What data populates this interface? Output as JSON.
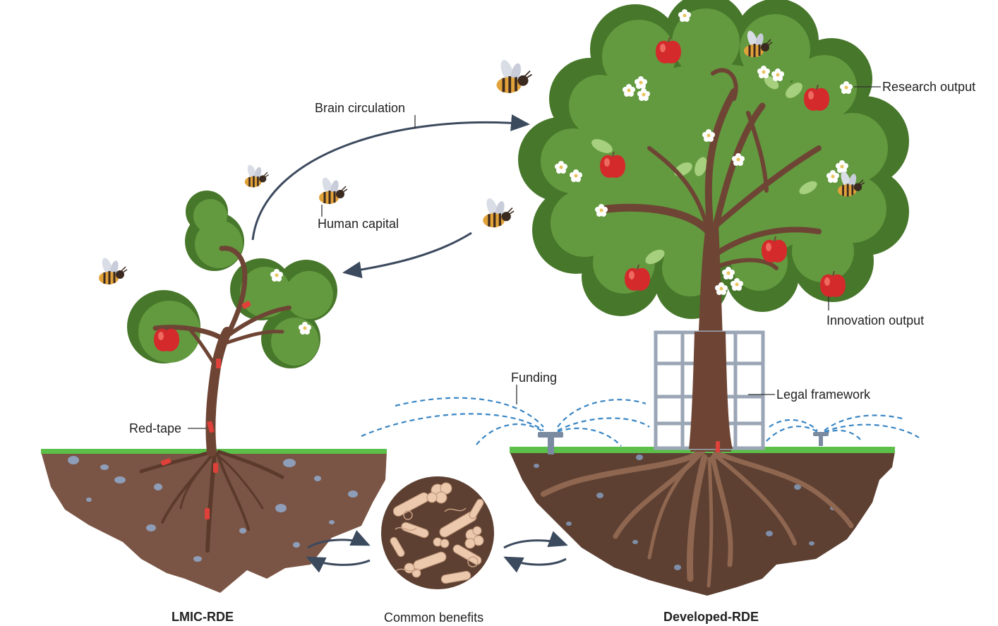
{
  "labels": {
    "brain_circulation": "Brain circulation",
    "human_capital": "Human capital",
    "research_output": "Research output",
    "innovation_output": "Innovation output",
    "funding": "Funding",
    "legal_framework": "Legal framework",
    "red_tape": "Red-tape",
    "lmic_rde": "LMIC-RDE",
    "common_benefits": "Common benefits",
    "developed_rde": "Developed-RDE"
  },
  "colors": {
    "canopy_dark": "#47772a",
    "canopy": "#639a3f",
    "canopy_light": "#7aad52",
    "trunk": "#6e4535",
    "soil": "#7a5545",
    "soil_dark": "#5d4032",
    "grass": "#5cbf4a",
    "apple": "#d42a2c",
    "arrow": "#3c4a5e",
    "water": "#3a86c4",
    "trellis": "#9aa5b5",
    "pebble": "#8e9db8",
    "microbe": "#ecc8ad",
    "red_tape": "#e0403a"
  }
}
